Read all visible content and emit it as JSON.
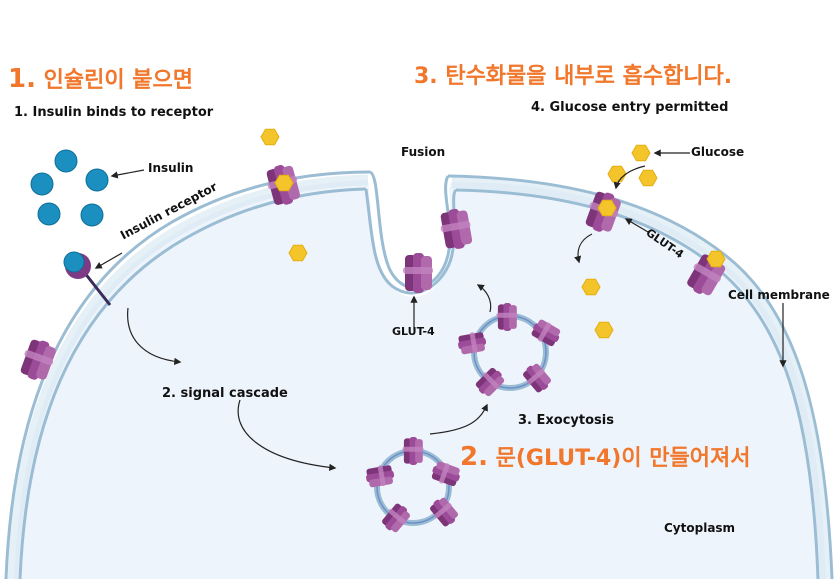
{
  "overlay": {
    "ko1_num": "1.",
    "ko1_text": "인슐린이 붙으면",
    "ko2_num": "2.",
    "ko2_text": "문(GLUT-4)이 만들어져서",
    "ko3_text": "3. 탄수화물을 내부로 흡수합니다."
  },
  "labels": {
    "step1": "1.  Insulin binds to receptor",
    "step2": "2. signal cascade",
    "step3": "3. Exocytosis",
    "step4": "4. Glucose entry permitted",
    "insulin": "Insulin",
    "insulin_receptor": "Insulin receptor",
    "fusion": "Fusion",
    "glut4_left": "GLUT-4",
    "glut4_right": "GLUT-4",
    "glucose": "Glucose",
    "cell_membrane": "Cell membrane",
    "cytoplasm": "Cytoplasm"
  },
  "colors": {
    "overlay_text": "#f0772b",
    "membrane": "#a9c7dc",
    "cytoplasm": "#eef4fb",
    "glut4": "#8e3f8c",
    "glucose": "#f4c52a",
    "insulin": "#1b8fbf"
  }
}
